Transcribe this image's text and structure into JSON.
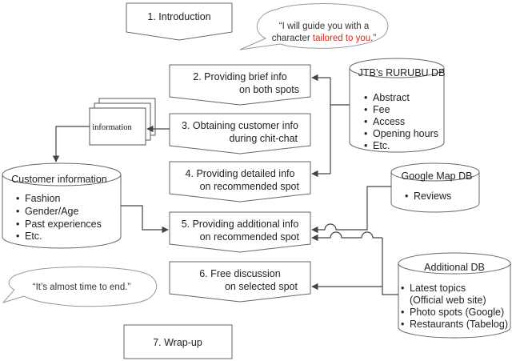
{
  "steps": {
    "s1": "1. Introduction",
    "s2": [
      "2. Providing brief info",
      "on both spots"
    ],
    "s3": [
      "3. Obtaining customer info",
      "during chit-chat"
    ],
    "s4": [
      "4. Providing detailed info",
      "on recommended spot"
    ],
    "s5": [
      "5. Providing additional info",
      "on recommended spot"
    ],
    "s6": [
      "6. Free discussion",
      "on selected spot"
    ],
    "s7": "7. Wrap-up"
  },
  "bubbles": {
    "top": {
      "line1": "“I will guide you with a",
      "line2_pre": "character ",
      "line2_red": "tailored to you",
      "line2_post": ".”"
    },
    "bottom": "“It’s almost time to end.”"
  },
  "documents": {
    "label": "information"
  },
  "databases": {
    "jtb": {
      "title": "JTB’s RURUBU DB",
      "items": [
        "Abstract",
        "Fee",
        "Access",
        "Opening hours",
        "Etc."
      ]
    },
    "customer": {
      "title": "Customer information",
      "items": [
        "Fashion",
        "Gender/Age",
        "Past experiences",
        "Etc."
      ]
    },
    "google": {
      "title": "Google Map DB",
      "items": [
        "Reviews"
      ]
    },
    "additional": {
      "title": "Additional DB",
      "items": [
        "Latest topics",
        "(Official web site)",
        "Photo spots (Google)",
        "Restaurants (Tabelog)"
      ]
    }
  },
  "bullet": "•"
}
